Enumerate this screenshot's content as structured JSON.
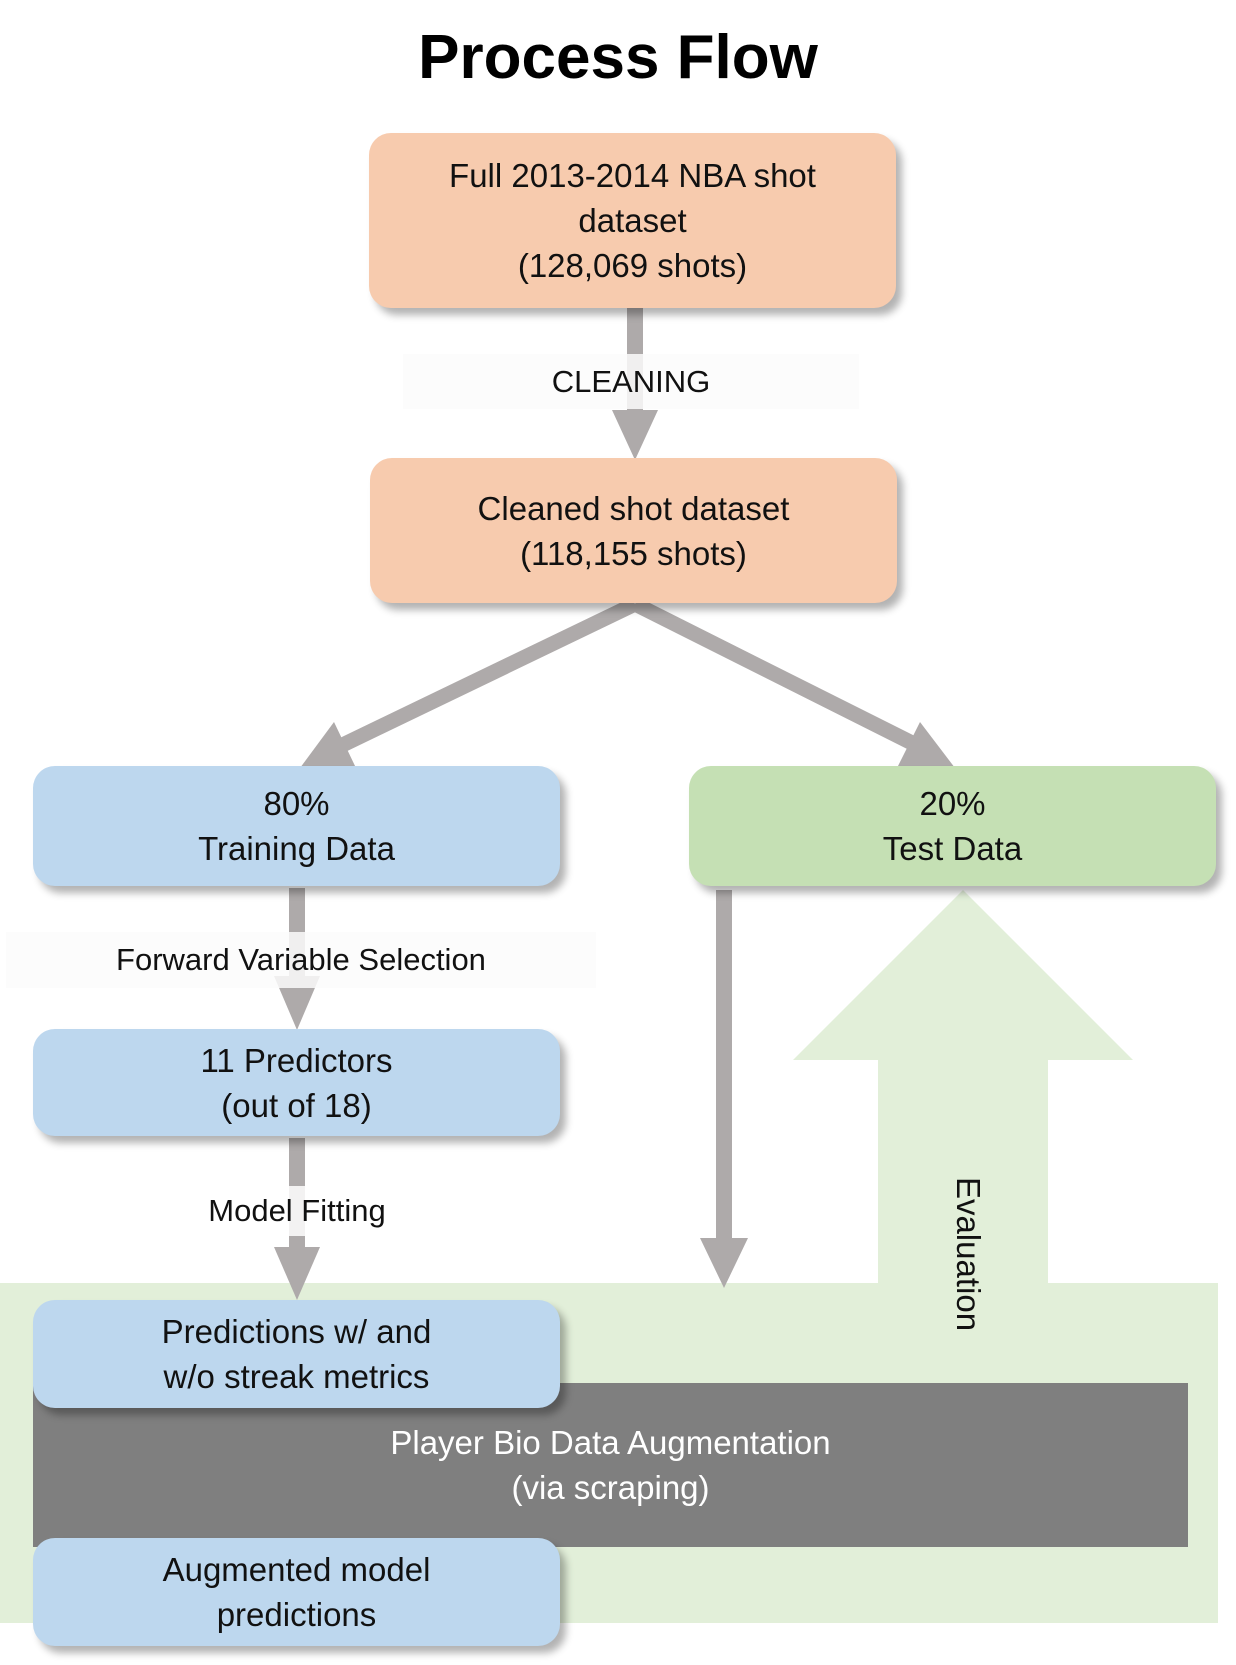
{
  "title": "Process Flow",
  "nodes": {
    "full_dataset": "Full 2013-2014 NBA shot\ndataset\n(128,069 shots)",
    "cleaned_dataset": "Cleaned shot dataset\n(118,155 shots)",
    "training": "80%\nTraining Data",
    "test": "20%\nTest Data",
    "predictors": "11 Predictors\n(out of 18)",
    "predictions": "Predictions w/ and\nw/o streak metrics",
    "augmented": "Augmented model\npredictions"
  },
  "edges": {
    "cleaning": "CLEANING",
    "forward_selection": "Forward Variable Selection",
    "model_fitting": "Model Fitting",
    "evaluation": "Evaluation"
  },
  "augmentation_bar": "Player Bio Data Augmentation\n(via scraping)",
  "colors": {
    "orange": "#f7cbae",
    "blue": "#bdd7ee",
    "green": "#c5e0b4",
    "light_green": "#e2efd9",
    "arrow_gray": "#aeaaaa",
    "bar_gray": "#7f7f7f"
  }
}
